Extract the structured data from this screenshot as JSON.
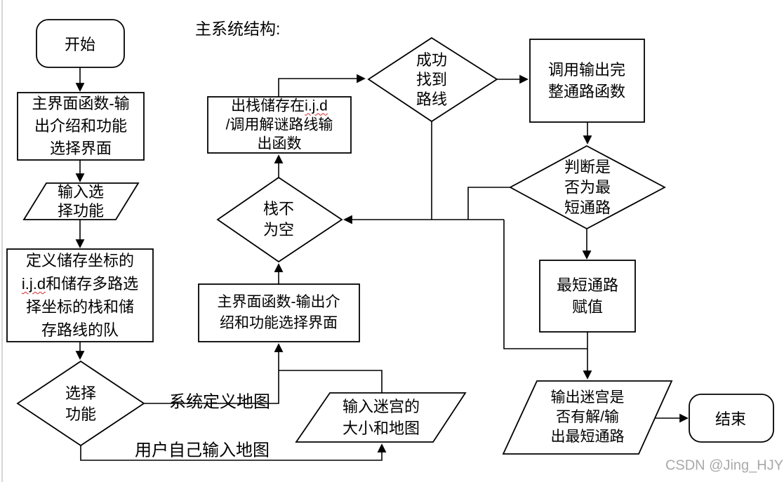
{
  "page": {
    "title": "主系统结构:",
    "watermark": "CSDN @Jing_HJY",
    "colors": {
      "stroke": "#000000",
      "background": "#ffffff",
      "watermark": "#a9a9a9",
      "spellcheck_underline": "#d22a2a"
    }
  },
  "nodes": {
    "start": {
      "type": "terminator",
      "label": "开始"
    },
    "main_ui_left": {
      "type": "process",
      "lines": [
        "主界面函数-输",
        "出介绍和功能",
        "选择界面"
      ]
    },
    "input_choice": {
      "type": "io",
      "lines": [
        "输入选",
        "择功能"
      ]
    },
    "define_storage": {
      "type": "process",
      "lines": [
        {
          "text": "定义储存坐标的"
        },
        {
          "code": "i.j.d",
          "text": "和储存多路选"
        },
        {
          "text": "择坐标的栈和储"
        },
        {
          "text": "存路线的队"
        }
      ]
    },
    "choose_function": {
      "type": "decision",
      "lines": [
        "选择",
        "功能"
      ]
    },
    "pop_stack": {
      "type": "process",
      "lines": [
        {
          "text": "出栈储存在",
          "code": "i.j.d"
        },
        {
          "text": "/调用解谜路线输"
        },
        {
          "text": "出函数"
        }
      ]
    },
    "stack_not_empty": {
      "type": "decision",
      "lines": [
        "栈不",
        "为空"
      ]
    },
    "main_ui_mid": {
      "type": "process",
      "lines": [
        "主界面函数-输出介",
        "绍和功能选择界面"
      ]
    },
    "input_maze": {
      "type": "io",
      "lines": [
        "输入迷宫的",
        "大小和地图"
      ]
    },
    "found_route": {
      "type": "decision",
      "lines": [
        "成功",
        "找到",
        "路线"
      ]
    },
    "call_output_path": {
      "type": "process",
      "lines": [
        "调用输出完",
        "整通路函数"
      ]
    },
    "judge_shortest": {
      "type": "decision",
      "lines": [
        "判断是",
        "否为最",
        "短通路"
      ]
    },
    "assign_shortest": {
      "type": "process",
      "lines": [
        "最短通路",
        "赋值"
      ]
    },
    "output_result": {
      "type": "io",
      "lines": [
        "输出迷宫是",
        "否有解/输",
        "出最短通路"
      ]
    },
    "end": {
      "type": "terminator",
      "label": "结束"
    }
  },
  "edge_labels": {
    "system_map": "系统定义地图",
    "user_map": "用户自己输入地图"
  },
  "edges": [
    {
      "from": "start",
      "to": "main_ui_left"
    },
    {
      "from": "main_ui_left",
      "to": "input_choice"
    },
    {
      "from": "input_choice",
      "to": "define_storage"
    },
    {
      "from": "define_storage",
      "to": "choose_function"
    },
    {
      "from": "choose_function",
      "to": "main_ui_mid",
      "label": "系统定义地图"
    },
    {
      "from": "choose_function",
      "to": "input_maze",
      "label": "用户自己输入地图"
    },
    {
      "from": "input_maze",
      "to": "main_ui_mid"
    },
    {
      "from": "main_ui_mid",
      "to": "stack_not_empty"
    },
    {
      "from": "stack_not_empty",
      "to": "pop_stack"
    },
    {
      "from": "pop_stack",
      "to": "found_route"
    },
    {
      "from": "found_route",
      "to": "call_output_path"
    },
    {
      "from": "found_route",
      "to": "stack_not_empty"
    },
    {
      "from": "call_output_path",
      "to": "judge_shortest"
    },
    {
      "from": "judge_shortest",
      "to": "assign_shortest"
    },
    {
      "from": "judge_shortest",
      "to": "stack_not_empty"
    },
    {
      "from": "assign_shortest",
      "to": "output_result"
    },
    {
      "from": "assign_shortest",
      "to": "stack_not_empty"
    },
    {
      "from": "output_result",
      "to": "end"
    }
  ]
}
